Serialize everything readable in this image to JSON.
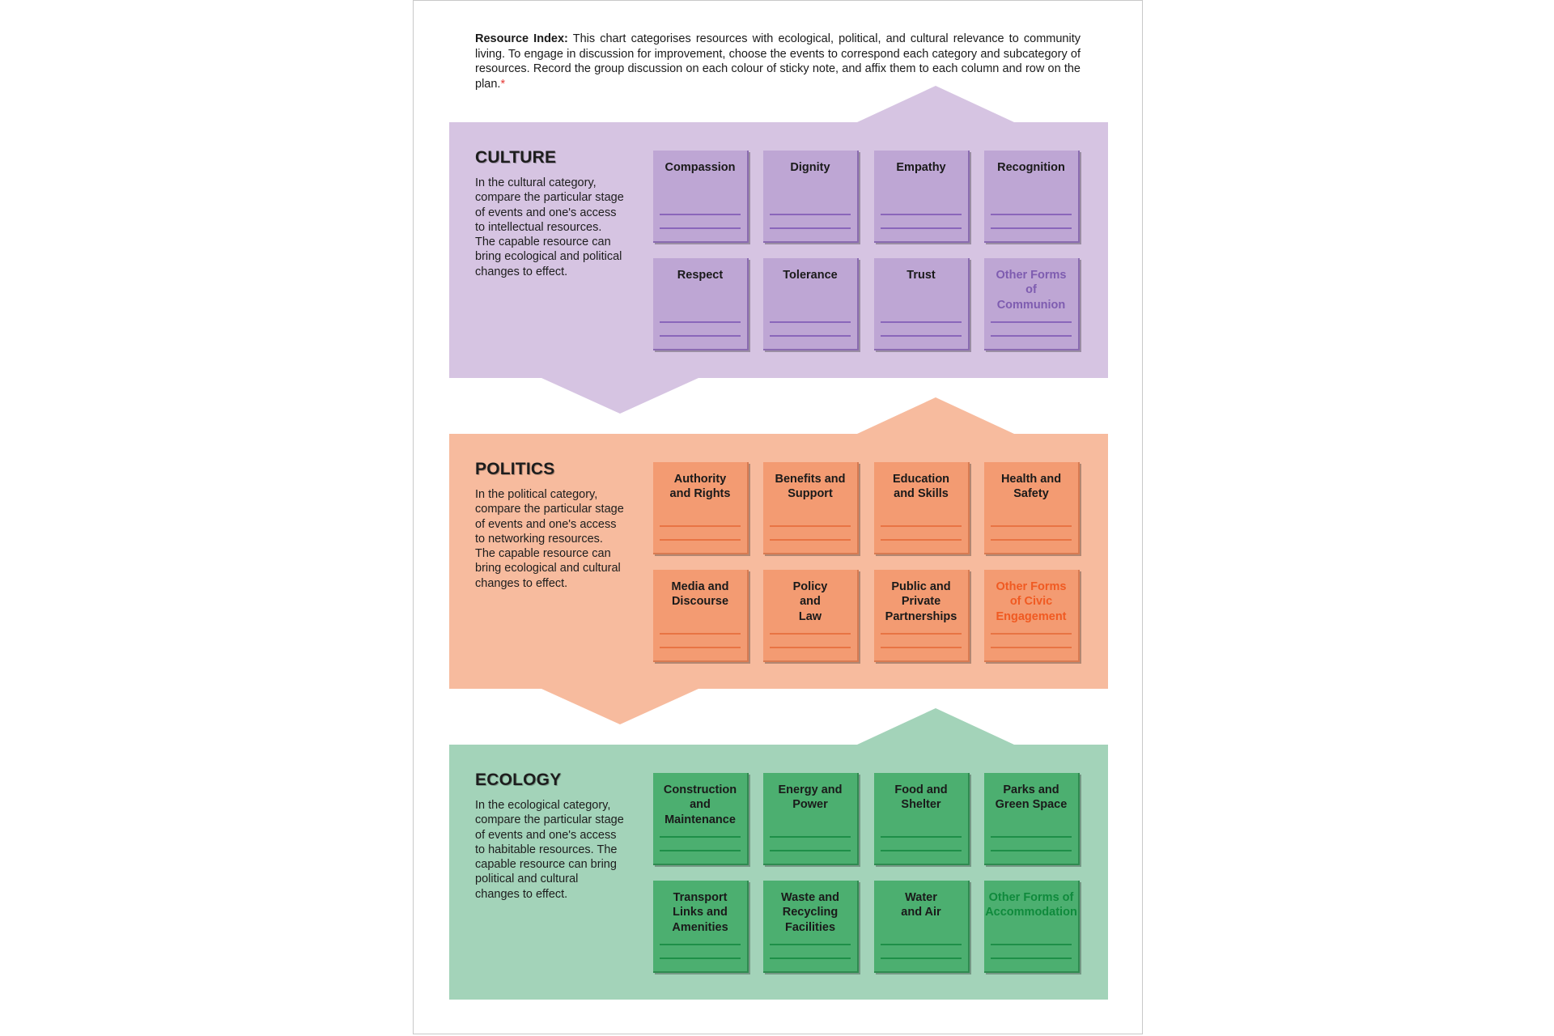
{
  "intro": {
    "lead": "Resource Index:",
    "text": " This chart categorises resources with ecological, political, and cultural relevance to community living. To engage in discussion for improvement, choose the events to correspond each category and subcategory of resources. Record the group discussion on each colour of sticky note, and affix them to each column and row on the plan.",
    "star": "*"
  },
  "colors": {
    "culture_band": "#d6c4e2",
    "politics_band": "#f7bb9e",
    "ecology_band": "#a3d3b9"
  },
  "sections": [
    {
      "key": "culture",
      "title": "CULTURE",
      "description": "In the cultural category, compare the particular stage of events and one's access to intellectual resources. The capable resource can bring ecological and political changes to effect.",
      "cards": [
        "Compassion",
        "Dignity",
        "Empathy",
        "Recognition",
        "Respect",
        "Tolerance",
        "Trust",
        "Other Forms of Communion"
      ]
    },
    {
      "key": "politics",
      "title": "POLITICS",
      "description": "In the political category, compare the particular stage of events and one's access to networking resources. The capable resource can bring ecological and cultural changes to effect.",
      "cards": [
        "Authority and Rights",
        "Benefits and Support",
        "Education and Skills",
        "Health and Safety",
        "Media and Discourse",
        "Policy and Law",
        "Public and Private Partnerships",
        "Other Forms of Civic Engagement"
      ]
    },
    {
      "key": "ecology",
      "title": "ECOLOGY",
      "description": "In the ecological category, compare the particular stage of events and one's access to habitable resources. The capable resource can bring political and cultural changes to effect.",
      "cards": [
        "Construction and Maintenance",
        "Energy and Power",
        "Food and Shelter",
        "Parks and Green Space",
        "Transport Links and Amenities",
        "Waste and Recycling Facilities",
        "Water and Air",
        "Other Forms of Accommodation"
      ]
    }
  ]
}
